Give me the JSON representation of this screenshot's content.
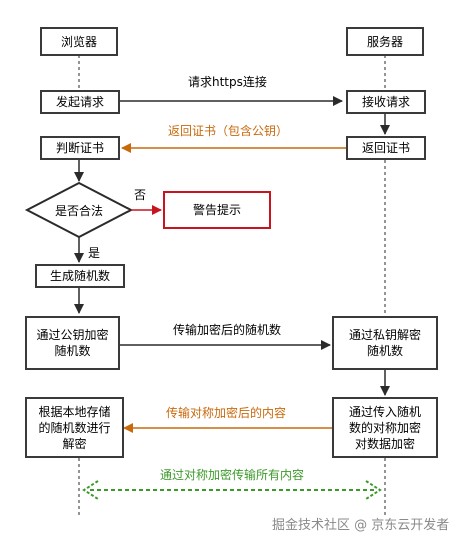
{
  "nodes": {
    "browser": "浏览器",
    "server": "服务器",
    "send_request": "发起请求",
    "receive_request": "接收请求",
    "verify_cert": "判断证书",
    "return_cert": "返回证书",
    "is_valid": "是否合法",
    "warning": "警告提示",
    "gen_random": "生成随机数",
    "encrypt_pub_l1": "通过公钥加密",
    "encrypt_pub_l2": "随机数",
    "decrypt_priv_l1": "通过私钥解密",
    "decrypt_priv_l2": "随机数",
    "decrypt_sym_l1": "根据本地存储",
    "decrypt_sym_l2": "的随机数进行",
    "decrypt_sym_l3": "解密",
    "encrypt_sym_l1": "通过传入随机",
    "encrypt_sym_l2": "数的对称加密",
    "encrypt_sym_l3": "对数据加密"
  },
  "edges": {
    "https_request": "请求https连接",
    "return_cert_pub": "返回证书（包含公钥）",
    "no": "否",
    "yes": "是",
    "send_encrypted_random": "传输加密后的随机数",
    "send_sym_content": "传输对称加密后的内容",
    "sym_transfer_all": "通过对称加密传输所有内容"
  },
  "watermark": "掘金技术社区 @ 京东云开发者",
  "colors": {
    "line": "#2b2b2b",
    "orange": "#c8690c",
    "red": "#c8141e",
    "green": "#3c9a2b"
  }
}
